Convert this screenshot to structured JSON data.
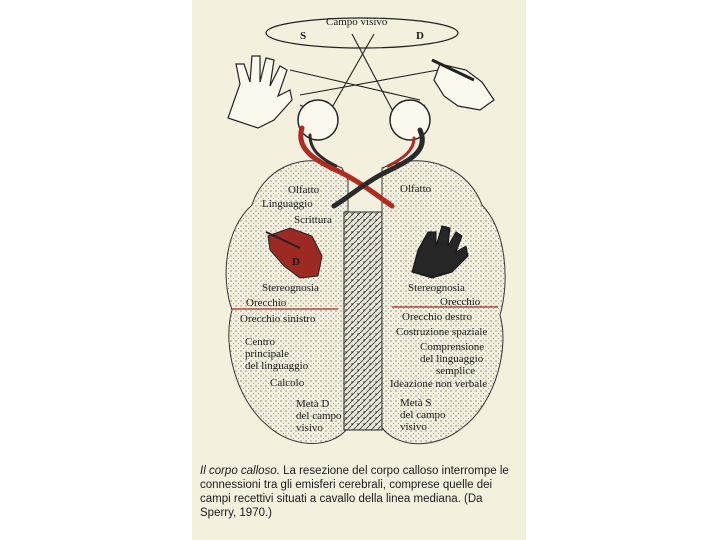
{
  "labels": {
    "visual_field": "Campo visivo",
    "field_s": "S",
    "field_d": "D",
    "hand_d": "D",
    "left": {
      "olfatto": "Olfatto",
      "linguaggio": "Linguaggio",
      "scrittura": "Scrittura",
      "stereognosia": "Stereognosia",
      "orecchio": "Orecchio",
      "orecchio_sinistro": "Orecchio sinistro",
      "centro": "Centro",
      "principale": "principale",
      "del_linguaggio": "del linguaggio",
      "calcolo": "Calcolo",
      "meta_d": "Metà D",
      "del_campo": "del campo",
      "visivo": "visivo"
    },
    "right": {
      "olfatto": "Olfatto",
      "stereognosia": "Stereognosia",
      "orecchio": "Orecchio",
      "orecchio_destro": "Orecchio destro",
      "costruzione": "Costruzione spaziale",
      "comprensione": "Comprensione",
      "del_linguaggio": "del linguaggio",
      "semplice": "semplice",
      "ideazione": "Ideazione non verbale",
      "meta_s": "Metà S",
      "del_campo": "del campo",
      "visivo": "visivo"
    }
  },
  "caption": {
    "title": "Il corpo calloso.",
    "text": "La resezione del corpo calloso interrompe le connessioni tra gli emisferi cerebrali, comprese quelle dei campi recettivi situati a cavallo della linea mediana. (Da Sperry, 1970.)"
  },
  "colors": {
    "panel": "#f4f0de",
    "red_pathway": "#b02a22",
    "red_hand": "#9c2a22",
    "dark_hand": "#262626"
  }
}
